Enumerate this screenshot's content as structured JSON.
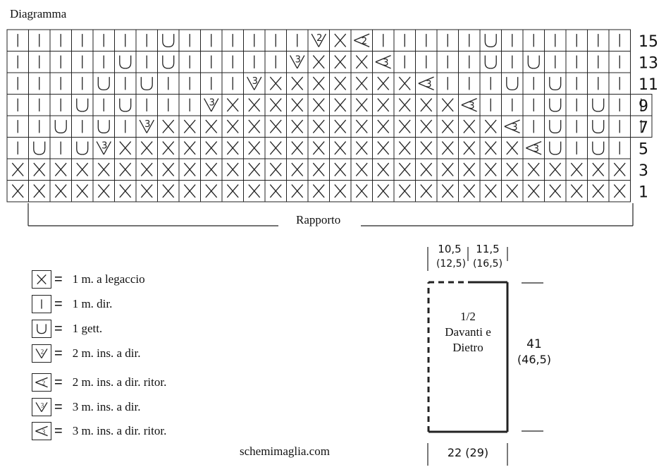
{
  "title": "Diagramma",
  "chart": {
    "rows_top_to_bottom": [
      "IIIIIIIUIIIIIIVXLIIIIIUIIIIII",
      "IIIIIUIUIIIIIWXXXMIIIIUIUIIII",
      "IIIIUIUIIIIWXXXXXXXMIIIUIUIII",
      "IIIUIUIIIWXXXXXXXXXXXMIIIUIUII",
      "IIUIUIWXXXXXXXXXXXXXXXXMIUIUII",
      "IUIUWXXXXXXXXXXXXXXXXXXXMUIUI",
      "XXXXXXXXXXXXXXXXXXXXXXXXXXXXX",
      "XXXXXXXXXXXXXXXXXXXXXXXXXXXXX"
    ],
    "row_numbers": [
      "15",
      "13",
      "11",
      "9",
      "7",
      "5",
      "3",
      "1"
    ],
    "repeat_label": "Rapporto"
  },
  "legend": [
    {
      "symbol": "X",
      "text": "1 m. a legaccio"
    },
    {
      "symbol": "I",
      "text": "1 m. dir."
    },
    {
      "symbol": "U",
      "text": "1 gett."
    },
    {
      "symbol": "V",
      "text": "2 m. ins. a dir."
    },
    {
      "symbol": "L",
      "text": "2 m. ins. a dir. ritor."
    },
    {
      "symbol": "W",
      "text": "3 m. ins. a dir."
    },
    {
      "symbol": "M",
      "text": "3 m. ins. a dir. ritor."
    }
  ],
  "schematic": {
    "top_left_value": "10,5",
    "top_left_alt": "(12,5)",
    "top_right_value": "11,5",
    "top_right_alt": "(16,5)",
    "piece_label_line1": "1/2",
    "piece_label_line2": "Davanti e",
    "piece_label_line3": "Dietro",
    "height_value": "41",
    "height_alt": "(46,5)",
    "width_value": "22 (29)"
  },
  "footer": "schemimaglia.com"
}
